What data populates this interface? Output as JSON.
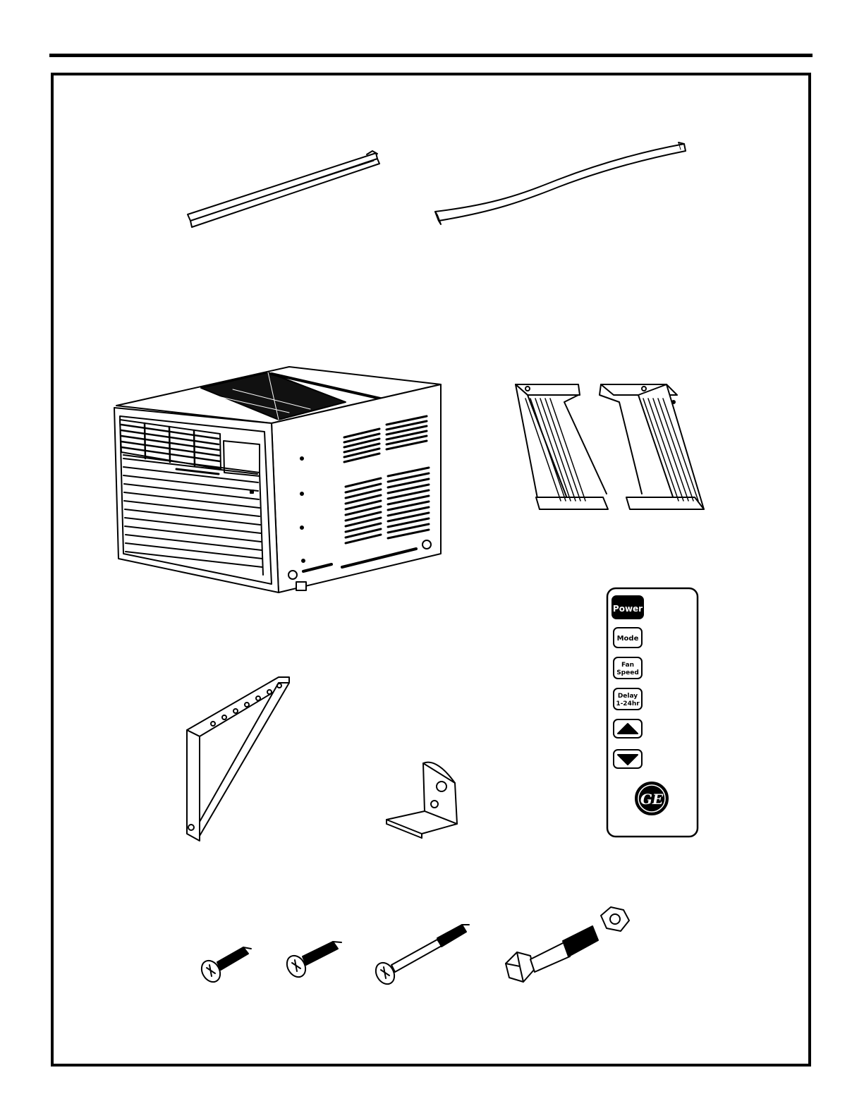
{
  "remote": {
    "power_label": "Power",
    "mode_label": "Mode",
    "fan_line1": "Fan",
    "fan_line2": "Speed",
    "delay_line1": "Delay",
    "delay_line2": "1-24hr",
    "up_icon": "triangle-up-icon",
    "down_icon": "triangle-down-icon",
    "logo": "GE"
  }
}
